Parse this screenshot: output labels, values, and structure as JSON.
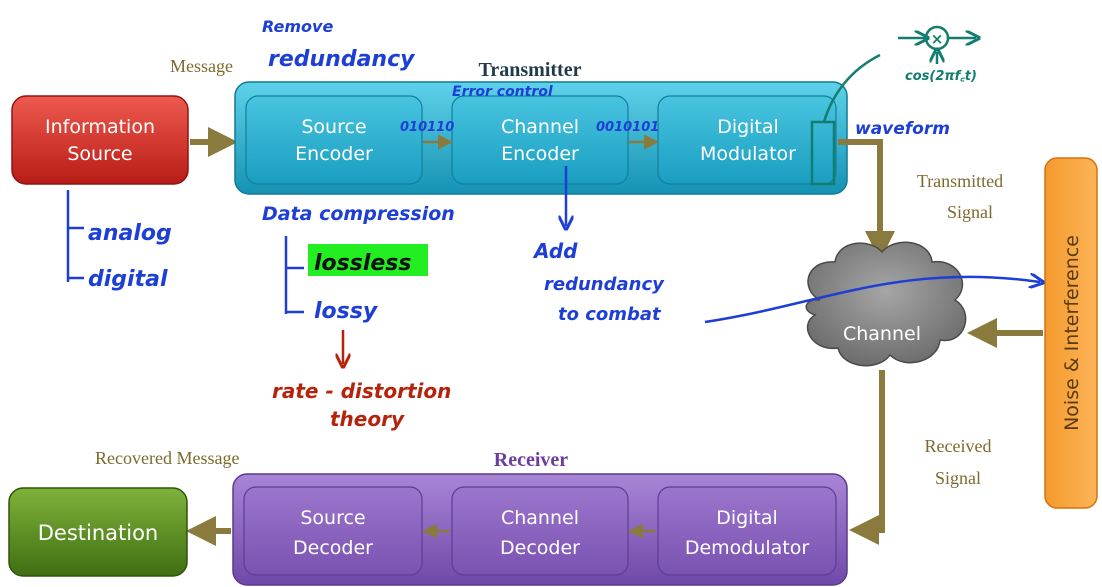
{
  "blocks": {
    "info_source": [
      "Information",
      "Source"
    ],
    "transmitter_title": "Transmitter",
    "source_encoder": [
      "Source",
      "Encoder"
    ],
    "channel_encoder": [
      "Channel",
      "Encoder"
    ],
    "digital_modulator": [
      "Digital",
      "Modulator"
    ],
    "channel": "Channel",
    "noise": "Noise & Interference",
    "receiver_title": "Receiver",
    "source_decoder": [
      "Source",
      "Decoder"
    ],
    "channel_decoder": [
      "Channel",
      "Decoder"
    ],
    "digital_demodulator": [
      "Digital",
      "Demodulator"
    ],
    "destination": "Destination"
  },
  "labels": {
    "message": "Message",
    "transmitted_signal": [
      "Transmitted",
      "Signal"
    ],
    "received_signal": [
      "Received",
      "Signal"
    ],
    "recovered_message": "Recovered Message"
  },
  "annotations": {
    "remove_redundancy": [
      "Remove",
      "redundancy"
    ],
    "error_control": "Error control",
    "bits_1": "010110",
    "bits_2": "0010101",
    "waveform": "waveform",
    "cos_carrier": "cos(2πf꜀t)",
    "analog": "analog",
    "digital": "digital",
    "data_compression": "Data compression",
    "lossless": "lossless",
    "lossy": "lossy",
    "rate_distortion": [
      "rate - distortion",
      "theory"
    ],
    "add_redundancy": [
      "Add",
      "redundancy",
      "to combat"
    ]
  },
  "colors": {
    "info_source": "#d9302b",
    "transmitter": "#1ea8c8",
    "receiver": "#8a5fbd",
    "destination": "#5a8a1e",
    "noise": "#f78b1f",
    "channel_cloud": "#8a8a8a",
    "arrow": "#8b7a3d",
    "pen_blue": "#1e3fd6",
    "pen_red": "#b5230c",
    "pen_teal": "#137d6f",
    "highlight": "#22ee22"
  }
}
